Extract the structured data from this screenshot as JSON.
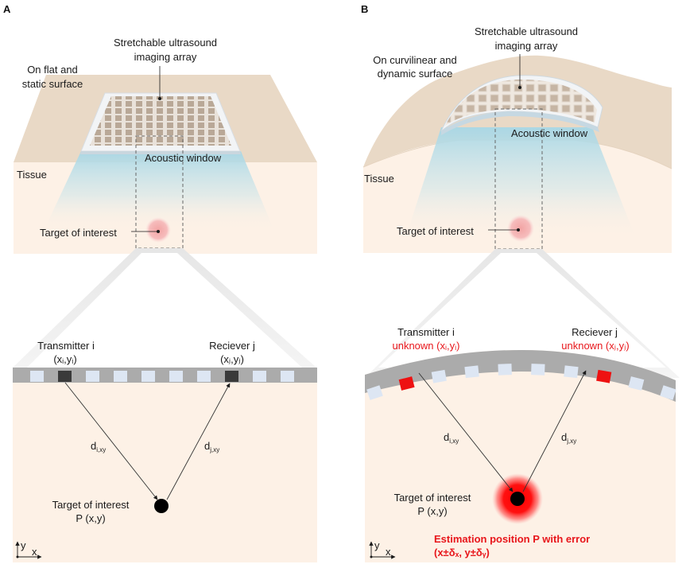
{
  "panels": [
    {
      "id": "A",
      "letter": "A",
      "array_label_line1": "Stretchable ultrasound",
      "array_label_line2": "imaging array",
      "surface_label_line1": "On flat and",
      "surface_label_line2": "static surface",
      "acoustic_window_label": "Acoustic window",
      "tissue_label": "Tissue",
      "target_label_top": "Target of interest",
      "transmitter_label": "Transmitter i",
      "transmitter_coord": "(xᵢ,yᵢ)",
      "receiver_label": "Reciever j",
      "receiver_coord": "(xⱼ,yⱼ)",
      "dist_i": "d",
      "dist_i_sub": "i,xy",
      "dist_j": "d",
      "dist_j_sub": "j,xy",
      "target_label_bottom": "Target of interest",
      "target_point": "P (x,y)",
      "axis_y": "y",
      "axis_x": "x",
      "element_count": 10,
      "transmitter_index": 1,
      "receiver_index": 7,
      "active_element_color": "#3a3a3a"
    },
    {
      "id": "B",
      "letter": "B",
      "array_label_line1": "Stretchable ultrasound",
      "array_label_line2": "imaging array",
      "surface_label_line1": "On curvilinear and",
      "surface_label_line2": "dynamic surface",
      "acoustic_window_label": "Acoustic window",
      "tissue_label": "Tissue",
      "target_label_top": "Target of interest",
      "transmitter_label": "Transmitter i",
      "transmitter_coord": "unknown (xᵢ,yᵢ)",
      "receiver_label": "Reciever j",
      "receiver_coord": "unknown (xⱼ,yⱼ)",
      "dist_i": "d",
      "dist_i_sub": "i,xy",
      "dist_j": "d",
      "dist_j_sub": "j,xy",
      "target_label_bottom": "Target of interest",
      "target_point": "P (x,y)",
      "axis_y": "y",
      "axis_x": "x",
      "error_line1": "Estimation position P with error",
      "error_line2": "(x±δₓ, y±δᵧ)",
      "element_count": 10,
      "transmitter_index": 1,
      "receiver_index": 7,
      "active_element_color": "#ee1111"
    }
  ],
  "colors": {
    "tissue_top": "#e9d9c6",
    "tissue_front": "#fdf1e6",
    "beam": "#a9d8e6",
    "array_strip": "#a9a9a9",
    "element_idle": "#dde6f3",
    "error_glow": "#ff1a1a",
    "error_text": "#e8161b"
  }
}
